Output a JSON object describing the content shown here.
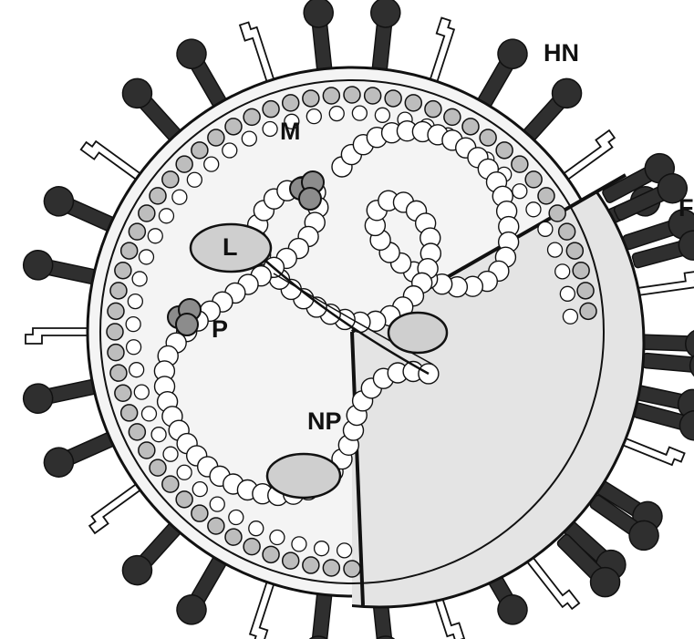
{
  "labels": {
    "hn": "HN",
    "f": "F",
    "m": "M",
    "l": "L",
    "p": "P",
    "np": "NP"
  },
  "colors": {
    "background": "#ffffff",
    "envelope_fill": "#f4f4f4",
    "cutaway_fill": "#e4e4e4",
    "outline": "#111111",
    "hn_spike": "#2f2f2f",
    "f_spike": "#ffffff",
    "matrix_bead": "#bdbdbd",
    "np_bead": "#ffffff",
    "polymerase": "#cfcfcf",
    "p_protein": "#8c8c8c"
  },
  "icons": [
    "hn-spike-icon",
    "f-spike-icon",
    "matrix-bead-icon",
    "nucleocapsid-bead-icon"
  ]
}
